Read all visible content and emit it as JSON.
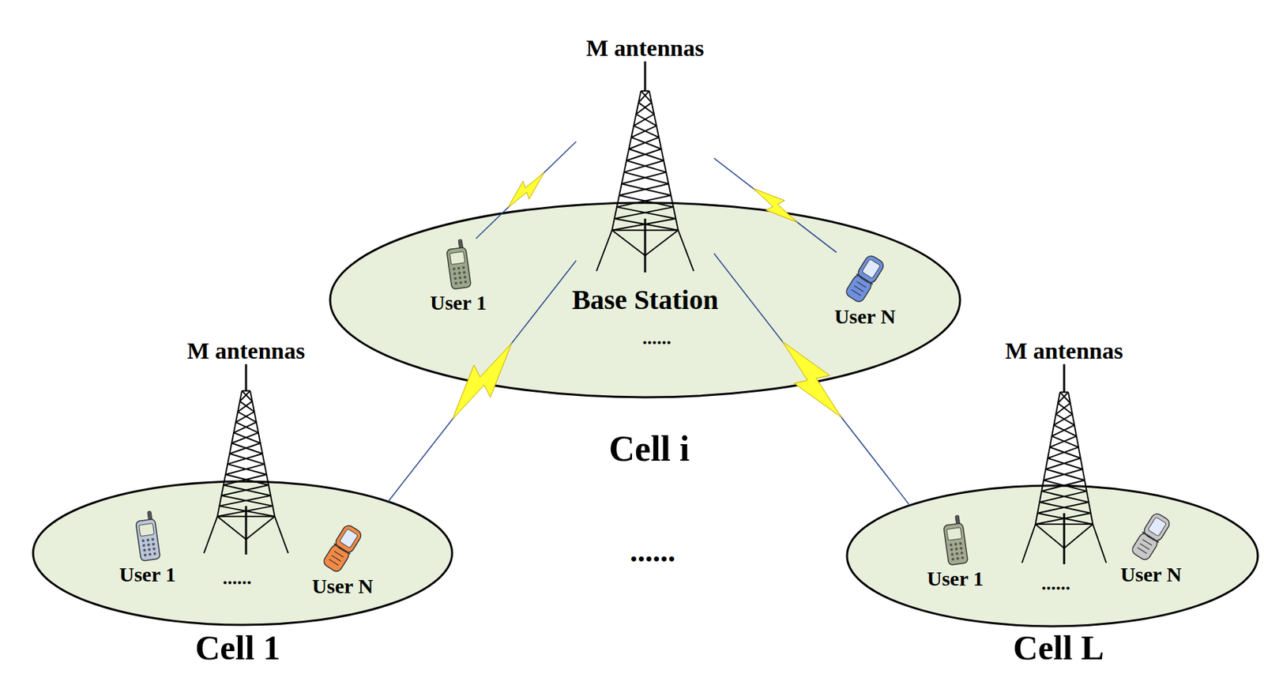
{
  "diagram": {
    "nodes": [
      {
        "text": [
          "M antennas"
        ]
      },
      {
        "text": [
          "Base Station",
          "......",
          "Cell i"
        ]
      },
      {
        "text": [
          "User 1"
        ],
        "in": 1
      },
      {
        "text": [
          "User N"
        ],
        "in": 1
      },
      {
        "text": [
          "M antennas"
        ]
      },
      {
        "text": [
          "......",
          "Cell 1"
        ]
      },
      {
        "text": [
          "User 1"
        ],
        "in": 5
      },
      {
        "text": [
          "User N"
        ],
        "in": 5
      },
      {
        "text": [
          "M antennas"
        ]
      },
      {
        "text": [
          "......",
          "Cell L"
        ]
      },
      {
        "text": [
          "User 1"
        ],
        "in": 9
      },
      {
        "text": [
          "User N"
        ],
        "in": 9
      }
    ],
    "edges": [
      {
        "from": 0,
        "to": 2,
        "arrow": "none"
      },
      {
        "from": 0,
        "to": 3,
        "arrow": "none"
      },
      {
        "from": 0,
        "to": 5,
        "arrow": "none"
      },
      {
        "from": 0,
        "to": 9,
        "arrow": "none"
      }
    ],
    "labels": [
      "......"
    ]
  }
}
